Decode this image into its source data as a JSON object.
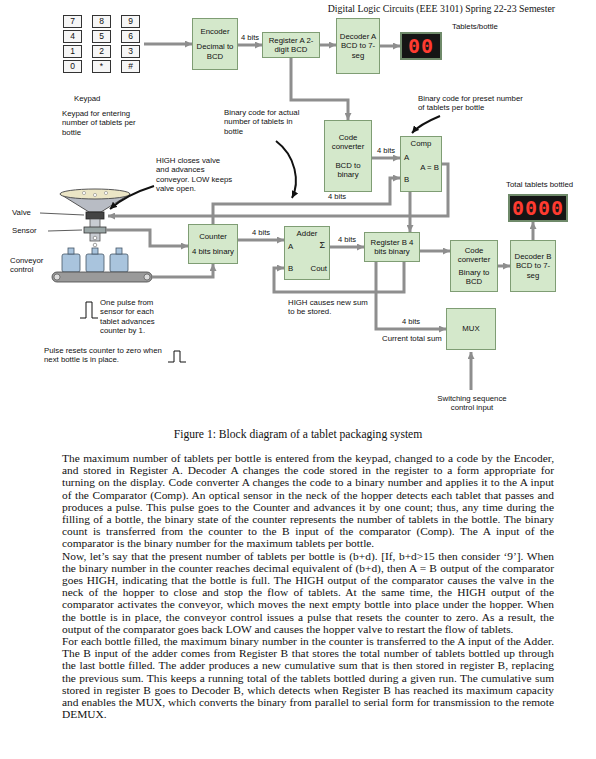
{
  "diagram": {
    "title": "Digital Logic Circuits (EEE 3101) Spring 22-23 Semester",
    "caption": "Figure 1: Block diagram of a tablet packaging system",
    "nodes": [
      {
        "text": [
          "Keypad"
        ]
      },
      {
        "text": [
          "7"
        ],
        "in": 0
      },
      {
        "text": [
          "8"
        ],
        "in": 0
      },
      {
        "text": [
          "9"
        ],
        "in": 0
      },
      {
        "text": [
          "4"
        ],
        "in": 0
      },
      {
        "text": [
          "5"
        ],
        "in": 0
      },
      {
        "text": [
          "6"
        ],
        "in": 0
      },
      {
        "text": [
          "1"
        ],
        "in": 0
      },
      {
        "text": [
          "2"
        ],
        "in": 0
      },
      {
        "text": [
          "3"
        ],
        "in": 0
      },
      {
        "text": [
          "0"
        ],
        "in": 0
      },
      {
        "text": [
          "*"
        ],
        "in": 0
      },
      {
        "text": [
          "#"
        ],
        "in": 0
      },
      {
        "text": [
          "Encoder",
          "Decimal to BCD"
        ]
      },
      {
        "text": [
          "Register A 2-digit BCD"
        ]
      },
      {
        "text": [
          "Decoder A BCD to 7-seg"
        ]
      },
      {
        "text": [
          "00"
        ]
      },
      {
        "text": [
          "Code converter",
          "BCD to binary"
        ]
      },
      {
        "text": [
          "Comp",
          "A",
          "A = B",
          "B"
        ]
      },
      {
        "text": [
          "0000"
        ]
      },
      {
        "text": [
          "Counter",
          "4 bits binary"
        ]
      },
      {
        "text": [
          "Adder",
          "A",
          "Σ",
          "B",
          "Cout"
        ]
      },
      {
        "text": [
          "Register B 4 bits binary"
        ]
      },
      {
        "text": [
          "Code converter",
          "Binary to BCD"
        ]
      },
      {
        "text": [
          "Decoder B BCD to 7-seg"
        ]
      },
      {
        "text": [
          "MUX"
        ]
      }
    ],
    "edges": [
      {
        "from": 0,
        "to": 13,
        "arrow": "to"
      },
      {
        "from": 13,
        "to": 14,
        "label": "4 bits",
        "arrow": "to"
      },
      {
        "from": 14,
        "to": 15,
        "arrow": "to"
      },
      {
        "from": 15,
        "to": 16,
        "arrow": "to"
      },
      {
        "from": 14,
        "to": 17,
        "arrow": "to"
      },
      {
        "from": 17,
        "to": 18,
        "label": "4 bits",
        "arrow": "to"
      },
      {
        "from": 20,
        "to": 18,
        "label": "4 bits",
        "arrow": "to"
      },
      {
        "from": 20,
        "to": 21,
        "label": "4 bits",
        "arrow": "to"
      },
      {
        "from": 21,
        "to": 22,
        "label": "4 bits",
        "arrow": "to"
      },
      {
        "from": 22,
        "to": 21,
        "arrow": "to"
      },
      {
        "from": 18,
        "to": 22,
        "arrow": "to"
      },
      {
        "from": 22,
        "to": 23,
        "arrow": "to"
      },
      {
        "from": 23,
        "to": 24,
        "arrow": "to"
      },
      {
        "from": 24,
        "to": 19,
        "arrow": "to"
      },
      {
        "from": 22,
        "to": 25,
        "label": "4 bits",
        "arrow": "to"
      }
    ],
    "labels": [
      "Keypad for entering number of tablets per bottle",
      "Binary code for actual number of tablets in bottle",
      "Binary code for preset number of tablets per bottle",
      "HIGH closes valve and advances conveyor. LOW keeps valve open.",
      "Tablets/bottle",
      "Total tablets bottled",
      "Valve",
      "Sensor",
      "Conveyor control",
      "One pulse from sensor for each tablet advances counter by 1.",
      "Pulse resets counter to zero when next bottle is in place.",
      "HIGH causes new sum to be stored.",
      "Current total sum",
      "Switching sequence control input",
      "The maximum number of tablets per bottle is entered from the keypad, changed to a code by the Encoder, and stored in Register A. Decoder A changes the code stored in the register to a form appropriate for turning on the display. Code converter A changes the code to a binary number and applies it to the A input of the Comparator (Comp). An optical sensor in the neck of the hopper detects each tablet that passes and produces a pulse. This pulse goes to the Counter and advances it by one count; thus, any time during the filling of a bottle, the binary state of the counter represents the number of tablets in the bottle. The binary count is transferred from the counter to the B input of the comparator (Comp). The A input of the comparator is the binary number for the maximum tablets per bottle.",
      "Now, let’s say that the present number of tablets per bottle is (b+d). [If, b+d>15 then consider ‘9’]. When the binary number in the counter reaches decimal equivalent of (b+d), then A = B output of the comparator goes HIGH, indicating that the bottle is full. The HIGH output of the comparator causes the valve in the neck of the hopper to close and stop the flow of tablets. At the same time, the HIGH output of the comparator activates the conveyor, which moves the next empty bottle into place under the hopper. When the bottle is in place, the conveyor control issues a pulse that resets the counter to zero. As a result, the output of the comparator goes back LOW and causes the hopper valve to restart the flow of tablets.",
      "For each bottle filled, the maximum binary number in the counter is transferred to the A input of the Adder. The B input of the adder comes from Register B that stores the total number of tablets bottled up through the last bottle filled. The adder produces a new cumulative sum that is then stored in register B, replacing the previous sum. This keeps a running total of the tablets bottled during a given run. The cumulative sum stored in register B goes to Decoder B, which detects when Register B has reached its maximum capacity and enables the MUX, which converts the binary from parallel to serial form for transmission to the remote DEMUX."
    ]
  }
}
